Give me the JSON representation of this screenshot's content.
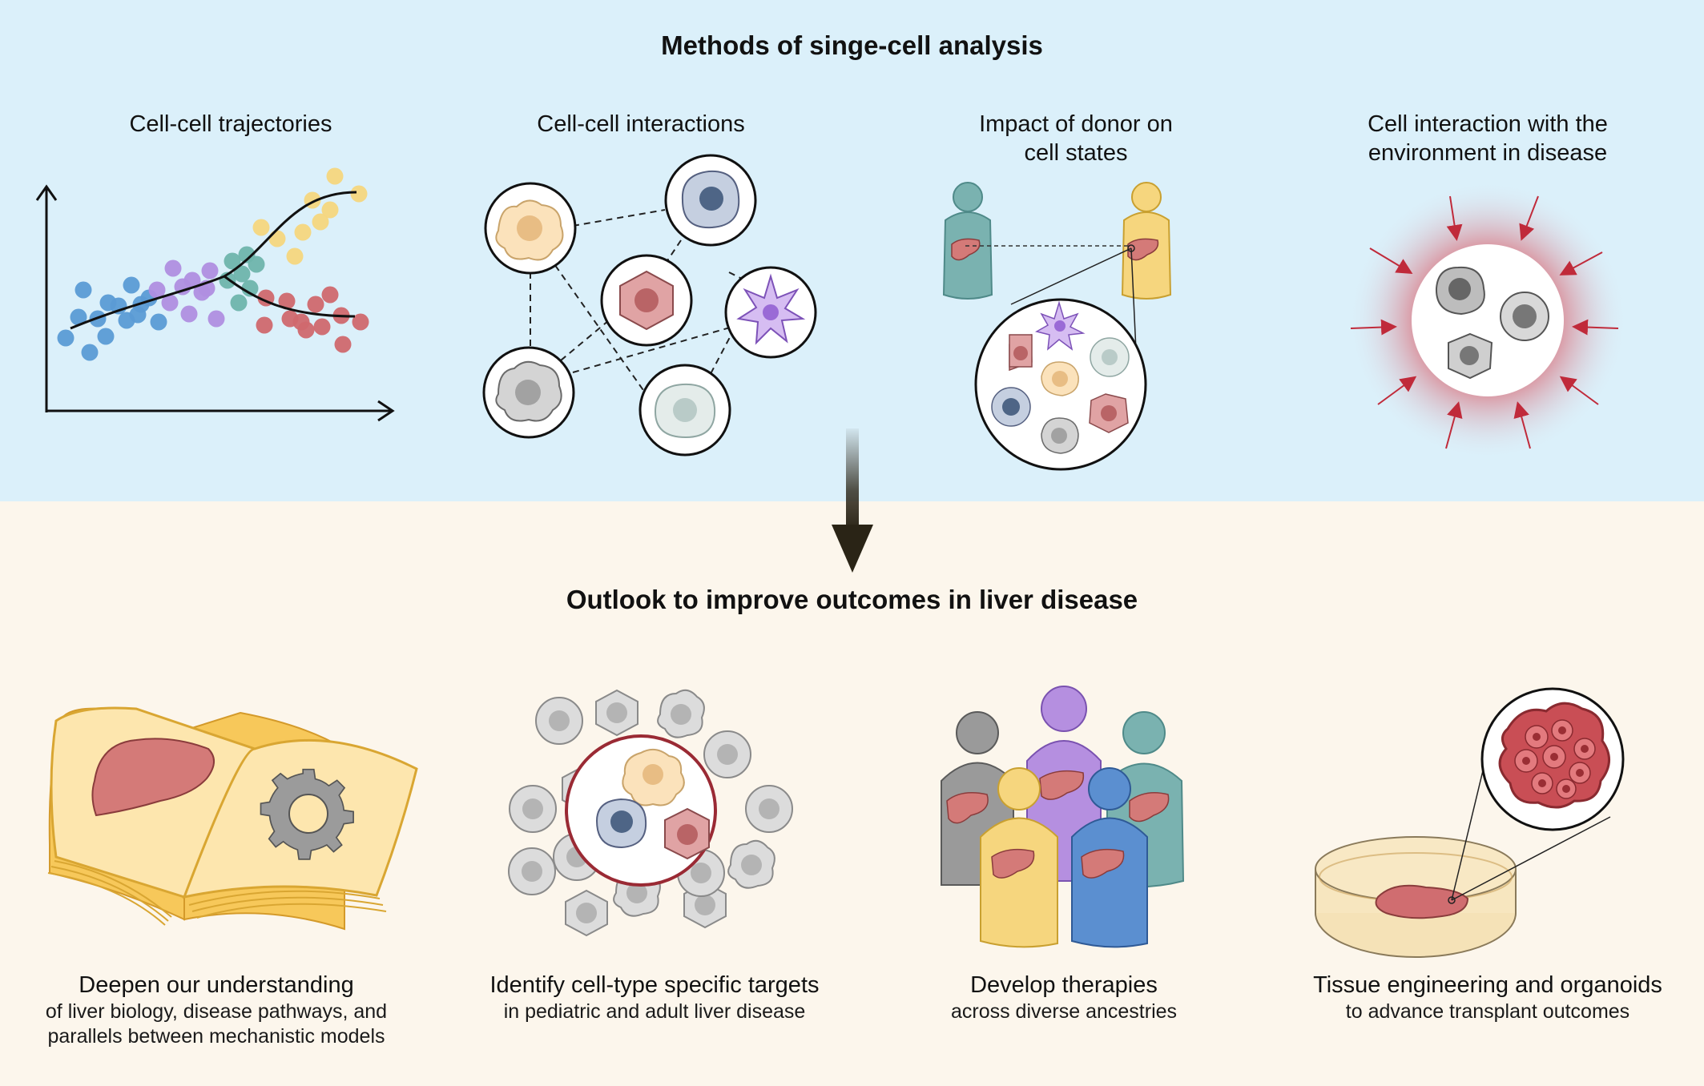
{
  "top": {
    "heading": "Methods of singe-cell analysis",
    "methods": [
      {
        "title_line1": "Cell-cell trajectories",
        "title_line2": ""
      },
      {
        "title_line1": "Cell-cell interactions",
        "title_line2": ""
      },
      {
        "title_line1": "Impact of donor on",
        "title_line2": "cell states"
      },
      {
        "title_line1": "Cell interaction with the",
        "title_line2": "environment in disease"
      }
    ]
  },
  "bottom": {
    "heading": "Outlook to improve outcomes in liver disease",
    "outcomes": [
      {
        "title": "Deepen our understanding",
        "sub_line1": "of liver biology, disease pathways, and",
        "sub_line2": "parallels between mechanistic models"
      },
      {
        "title": "Identify cell-type specific targets",
        "sub_line1": "in pediatric and adult liver disease",
        "sub_line2": ""
      },
      {
        "title": "Develop therapies",
        "sub_line1": "across diverse ancestries",
        "sub_line2": ""
      },
      {
        "title": "Tissue engineering and organoids",
        "sub_line1": "to advance transplant outcomes",
        "sub_line2": ""
      }
    ]
  },
  "colors": {
    "top_background": "#dbf0fa",
    "bottom_background": "#fcf6ec",
    "blue_cells": "#5b9bd5",
    "purple_cells": "#b08ee0",
    "teal_cells": "#6fb4ac",
    "yellow_cells": "#f6d67e",
    "red_cells": "#d0686e",
    "liver": "#d47a78",
    "inflammation": "#c02a3a"
  }
}
